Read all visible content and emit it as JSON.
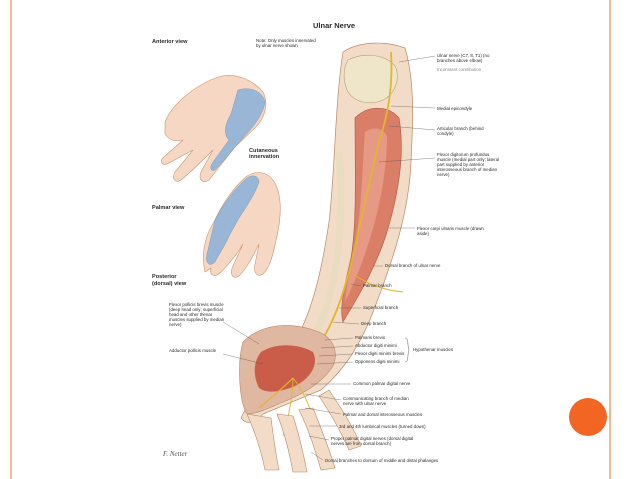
{
  "slide": {
    "accent_color": "#f26522",
    "border_color": "#f1b89c"
  },
  "figure": {
    "title": "Ulnar Nerve",
    "view_labels": {
      "anterior": "Anterior view",
      "palmar": "Palmar view",
      "posterior_1": "Posterior",
      "posterior_2": "(dorsal) view"
    },
    "note": "Note: Only muscles innervated by ulnar nerve shown",
    "cutaneous": "Cutaneous innervation",
    "segmental": "Inconstant contribution",
    "right_labels": [
      "Ulnar nerve (C7, 8, T1) (no branches above elbow)",
      "Medial epicondyle",
      "Articular branch (behind condyle)",
      "Flexor digitorum profundus muscle (medial part only; lateral part supplied by anterior interosseous branch of median nerve)",
      "Flexor carpi ulnaris muscle (drawn aside)",
      "Dorsal branch of ulnar nerve",
      "Palmar branch",
      "Superficial branch",
      "Deep branch",
      "Palmaris brevis",
      "Abductor digiti minimi",
      "Flexor digiti minimi brevis",
      "Opponens digiti minimi",
      "Common palmar digital nerve",
      "Communicating branch of median nerve with ulnar nerve",
      "Palmar and dorsal interosseous muscles",
      "3rd and 4th lumbrical muscles (turned down)",
      "Proper palmar digital nerves (dorsal digital nerves are from dorsal branch)",
      "Dorsal branches to dorsum of middle and distal phalanges"
    ],
    "hypothenar": "Hypothenar muscles",
    "left_labels": [
      "Flexor pollicis brevis muscle (deep head only; superficial head and other thenar muscles supplied by median nerve)",
      "Adductor pollicis muscle"
    ],
    "signature": "F. Netter"
  }
}
